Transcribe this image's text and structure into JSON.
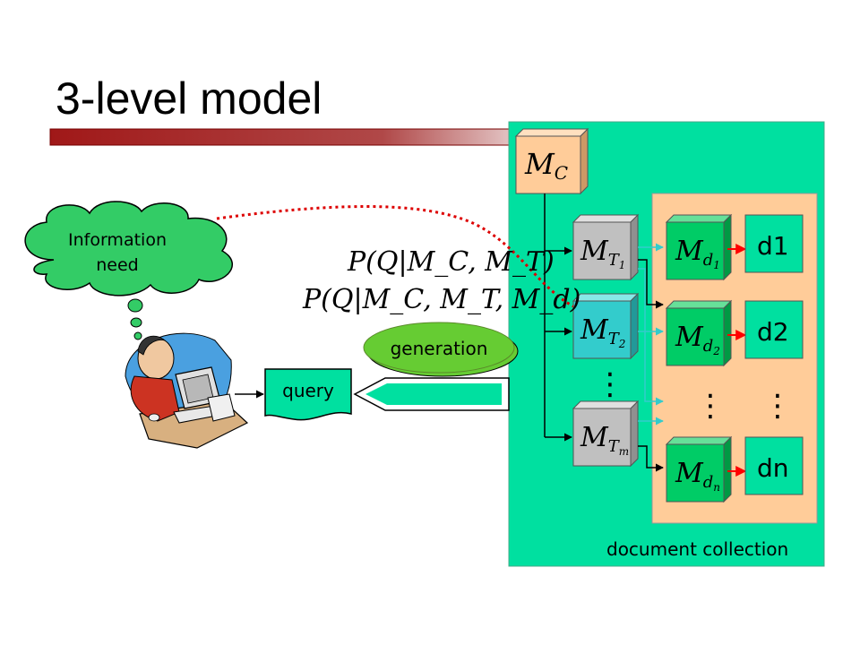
{
  "title": "3-level model",
  "cloud_text": [
    "Information",
    "need"
  ],
  "formula_1": "P(Q|M_C, M_T)",
  "formula_2": "P(Q|M_C, M_T, M_d)",
  "generation_label": "generation",
  "query_label": "query",
  "collection_label": "document collection",
  "collection_model": {
    "base": "M",
    "sub": "C"
  },
  "topic_models": [
    {
      "base": "M",
      "sub": "T",
      "subsub": "1"
    },
    {
      "base": "M",
      "sub": "T",
      "subsub": "2"
    },
    {
      "base": "M",
      "sub": "T",
      "subsub": "m"
    }
  ],
  "doc_models": [
    {
      "base": "M",
      "sub": "d",
      "subsub": "1"
    },
    {
      "base": "M",
      "sub": "d",
      "subsub": "2"
    },
    {
      "base": "M",
      "sub": "d",
      "subsub": "n"
    }
  ],
  "docs": [
    "d1",
    "d2",
    "dn"
  ],
  "ellipsis": "⋮",
  "colors": {
    "collection_bg": "#00e0a0",
    "inner_bg": "#ffcc99",
    "topic_box": "#c0c0c0",
    "topic_box_highlight": "#33cccc",
    "doc_model_box": "#00cc66",
    "doc_box": "#00e0a0",
    "cloud": "#33cc66",
    "generation_oval": "#66cc33",
    "red_arrow": "#ff0000",
    "cyan_arrow": "#33cccc",
    "dotted_line": "#dd0000",
    "title_bar": "#a01818"
  }
}
